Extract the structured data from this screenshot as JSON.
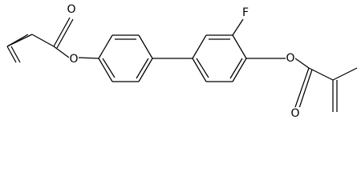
{
  "diagram": {
    "kind": "chemical-structure",
    "colors": {
      "bond": "#000000",
      "label": "#000000",
      "background": "#ffffff"
    },
    "atom_labels": {
      "fluorine": "F",
      "ester_left_carbonyl_oxygen": "O",
      "ester_left_ether_oxygen": "O",
      "ester_right_ether_oxygen": "O",
      "ester_right_carbonyl_oxygen": "O"
    }
  }
}
